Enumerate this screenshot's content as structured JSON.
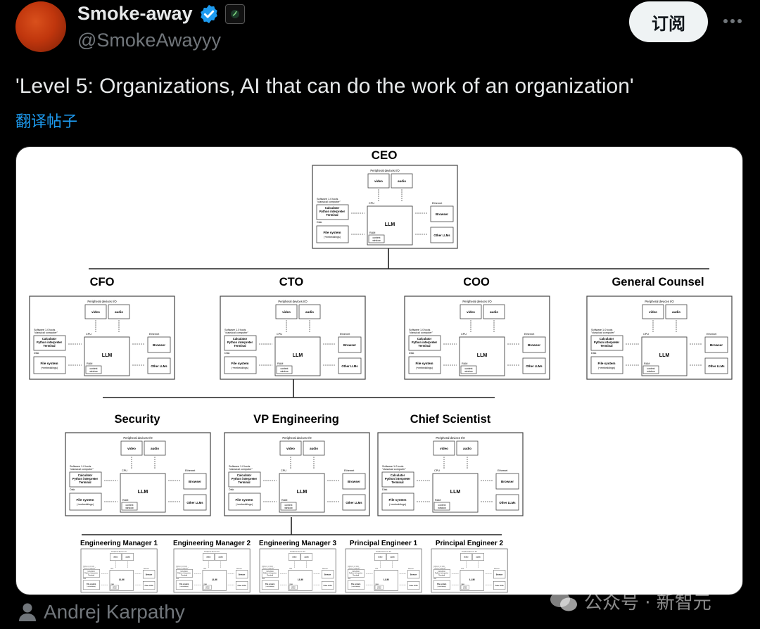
{
  "author": {
    "name": "Smoke-away",
    "handle": "@SmokeAwayyy"
  },
  "follow_label": "订阅",
  "tweet": {
    "text": "'Level 5: Organizations, AI that can do the work of an organization'",
    "translate_label": "翻译帖子"
  },
  "org_chart": {
    "top": "CEO",
    "level1": [
      "CFO",
      "CTO",
      "COO",
      "General Counsel"
    ],
    "level2": [
      "Security",
      "VP Engineering",
      "Chief Scientist"
    ],
    "level3": [
      "Engineering Manager 1",
      "Engineering Manager 2",
      "Engineering Manager 3",
      "Principal Engineer 1",
      "Principal Engineer 2"
    ],
    "box_labels": {
      "peripheral": "Peripheral devices I/O",
      "video": "video",
      "audio": "audio",
      "software": "Software 1.0 tools",
      "software_sub": "\"classical computer\"",
      "tools": "Calculator",
      "tools2": "Python interpreter",
      "tools3": "Terminal",
      "cpu": "CPU",
      "ethernet": "Ethernet",
      "llm": "LLM",
      "browser": "Browser",
      "disk": "Disk",
      "filesystem": "File system",
      "filesystem_sub": "(+embeddings)",
      "ram": "RAM",
      "context": "context",
      "context2": "window",
      "other_llms": "Other LLMs"
    }
  },
  "media_credit": "Andrej Karpathy",
  "watermark": "公众号 · 新智元"
}
